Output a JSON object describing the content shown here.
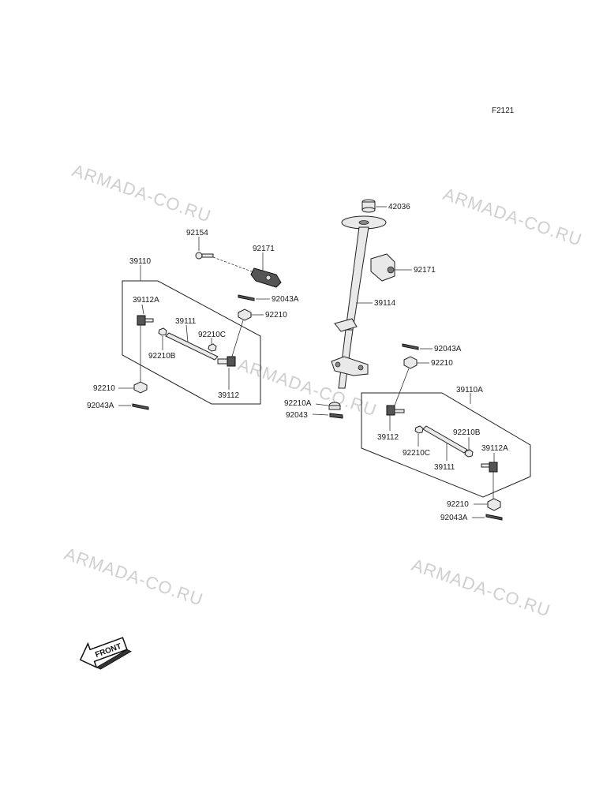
{
  "figure_id": "F2121",
  "watermark": "ARMADA-CO.RU",
  "front_label": "FRONT",
  "labels": {
    "p42036": "42036",
    "p92154": "92154",
    "p92171_left": "92171",
    "p92171_right": "92171",
    "p39110": "39110",
    "p92043A_top": "92043A",
    "p39114": "39114",
    "p39112A_left": "39112A",
    "p39111_left": "39111",
    "p92210_top_left": "92210",
    "p92210C_left": "92210C",
    "p92210B_left": "92210B",
    "p92210_bottom_left": "92210",
    "p39112_left": "39112",
    "p92043A_bottom_left": "92043A",
    "p92043A_mid_right": "92043A",
    "p92210_mid_right": "92210",
    "p39110A": "39110A",
    "p92210A": "92210A",
    "p92043": "92043",
    "p39112_right": "39112",
    "p92210B_right": "92210B",
    "p92210C_right": "92210C",
    "p39112A_right": "39112A",
    "p39111_right": "39111",
    "p92210_bottom_right": "92210",
    "p92043A_bottom_right": "92043A"
  }
}
